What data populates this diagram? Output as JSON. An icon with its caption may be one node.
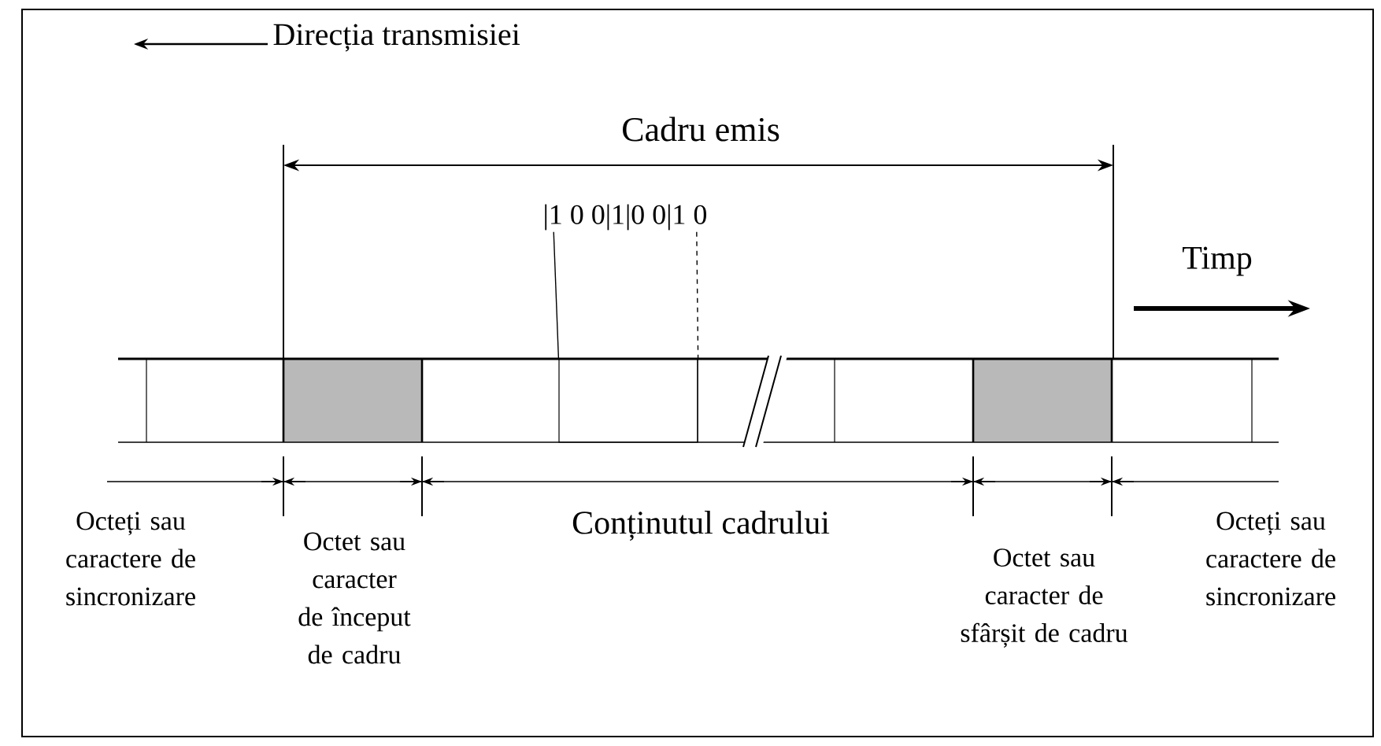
{
  "diagram": {
    "nodes": [
      {
        "text": [
          "|1 0 0|1|0 0|1 0"
        ]
      },
      {
        "text": [],
        "shape": "box"
      }
    ],
    "edges": [
      {
        "from": 0,
        "to": 1,
        "arrow": "none"
      },
      {
        "from": 0,
        "to": 1,
        "arrow": "none",
        "style": "dashed"
      }
    ],
    "labels": [
      "Direcția transmisiei",
      "Cadru emis",
      "Timp",
      "Octeți sau caractere de sincronizare",
      "Conținutul cadrului",
      "Octet sau caracter de început de cadru",
      "Octet sau caracter de sfârșit de cadru",
      "Octeți sau caractere de sincronizare"
    ]
  }
}
